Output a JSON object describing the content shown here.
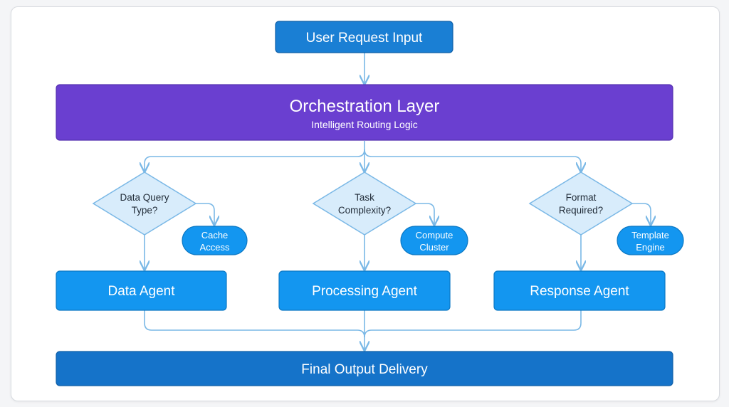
{
  "nodes": {
    "user_request": "User Request Input",
    "orchestration_title": "Orchestration Layer",
    "orchestration_subtitle": "Intelligent Routing Logic",
    "decision_data": [
      "Data Query",
      "Type?"
    ],
    "decision_task": [
      "Task",
      "Complexity?"
    ],
    "decision_format": [
      "Format",
      "Required?"
    ],
    "cache_access": [
      "Cache",
      "Access"
    ],
    "compute_cluster": [
      "Compute",
      "Cluster"
    ],
    "template_engine": [
      "Template",
      "Engine"
    ],
    "data_agent": "Data Agent",
    "processing_agent": "Processing Agent",
    "response_agent": "Response Agent",
    "final_output": "Final Output Delivery"
  },
  "colors": {
    "primary_box": "#1a7fd4",
    "primary_border": "#0f5fa8",
    "orchestration": "#6a3fd0",
    "orchestration_border": "#5530b0",
    "agent_box": "#1396f0",
    "agent_border": "#0b78c4",
    "decision_fill": "#d8ecfb",
    "decision_border": "#7ab8e6",
    "pill_fill": "#1396f0",
    "arrow": "#7ab8e6",
    "final_box": "#1573c9"
  }
}
